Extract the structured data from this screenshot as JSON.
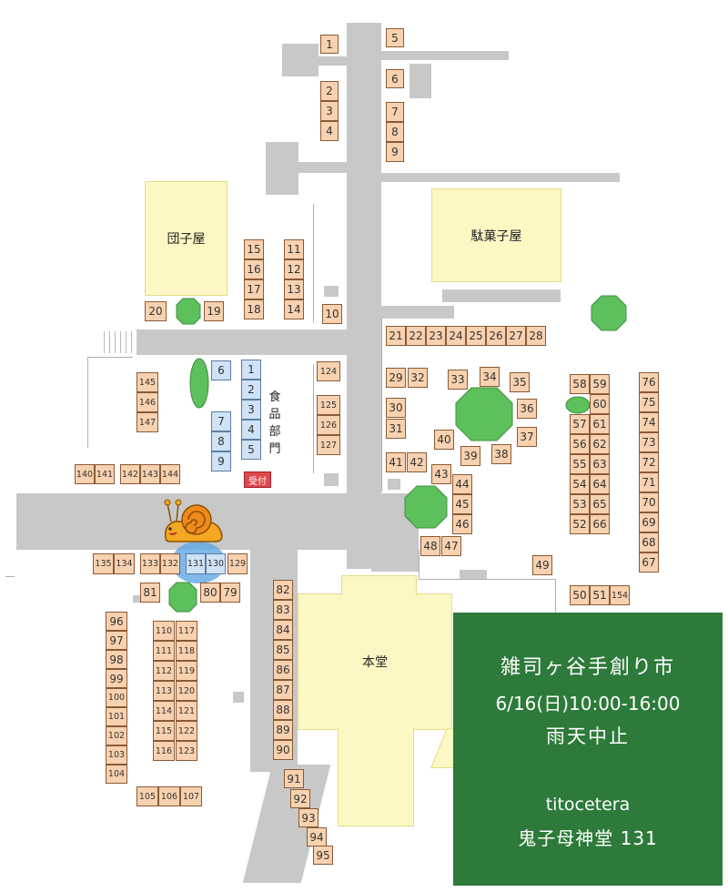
{
  "buildings": {
    "dango": "団子屋",
    "dagashi": "駄菓子屋",
    "hondo": "本堂"
  },
  "food_section": {
    "chars": [
      "食",
      "品",
      "部",
      "門"
    ]
  },
  "reception": "受付",
  "stalls": [
    "1",
    "2",
    "3",
    "4",
    "5",
    "6",
    "7",
    "8",
    "9",
    "10",
    "11",
    "12",
    "13",
    "14",
    "15",
    "16",
    "17",
    "18",
    "19",
    "20",
    "21",
    "22",
    "23",
    "24",
    "25",
    "26",
    "27",
    "28",
    "29",
    "30",
    "31",
    "32",
    "33",
    "34",
    "35",
    "36",
    "37",
    "38",
    "39",
    "40",
    "41",
    "42",
    "43",
    "44",
    "45",
    "46",
    "47",
    "48",
    "49",
    "50",
    "51",
    "52",
    "53",
    "54",
    "55",
    "56",
    "57",
    "58",
    "59",
    "60",
    "61",
    "62",
    "63",
    "64",
    "65",
    "66",
    "67",
    "68",
    "69",
    "70",
    "71",
    "72",
    "73",
    "74",
    "75",
    "76",
    "79",
    "80",
    "81",
    "82",
    "83",
    "84",
    "85",
    "86",
    "87",
    "88",
    "89",
    "90",
    "91",
    "92",
    "93",
    "94",
    "95",
    "96",
    "97",
    "98",
    "99",
    "100",
    "101",
    "102",
    "103",
    "104",
    "105",
    "106",
    "107",
    "110",
    "111",
    "112",
    "113",
    "114",
    "115",
    "116",
    "117",
    "118",
    "119",
    "120",
    "121",
    "122",
    "123",
    "124",
    "125",
    "126",
    "127",
    "129",
    "130",
    "131",
    "132",
    "133",
    "134",
    "135",
    "140",
    "141",
    "142",
    "143",
    "144",
    "145",
    "146",
    "147",
    "154"
  ],
  "food_stalls": [
    "1",
    "2",
    "3",
    "4",
    "5",
    "6",
    "7",
    "8",
    "9",
    "130",
    "131"
  ],
  "info": {
    "event_name": "雑司ヶ谷手創り市",
    "datetime": "6/16(日)10:00-16:00",
    "rain_note": "雨天中止",
    "brand": "titocetera",
    "location": "鬼子母神堂 131"
  },
  "colors": {
    "road": "#c8c8c8",
    "building": "#fdf7c3",
    "stall": "#f8d2b0",
    "food_stall": "#cfe2f6",
    "tree": "#5cc05c",
    "info_panel": "#2d7a3a",
    "reception": "#e0484e"
  },
  "icons": [
    "snail-icon",
    "tree-icon",
    "highlight-circle"
  ]
}
